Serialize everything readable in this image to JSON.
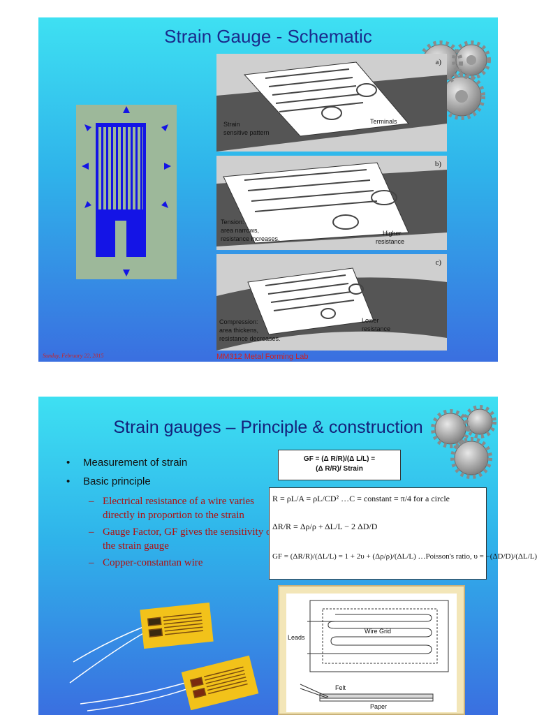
{
  "slide1": {
    "title": "Strain Gauge - Schematic",
    "footer_date": "Sunday, February 22, 2015",
    "footer_lab": "MM312 Metal Forming Lab",
    "panel_a": {
      "tag": "a)",
      "label1": "Strain",
      "label2": "sensitive pattern",
      "label3": "Terminals"
    },
    "panel_b": {
      "tag": "b)",
      "label1": "Tension:",
      "label2": "area narrows,",
      "label3": "resistance increases.",
      "label4": "Higher",
      "label5": "resistance"
    },
    "panel_c": {
      "tag": "c)",
      "label1": "Compression:",
      "label2": "area thickens,",
      "label3": "resistance decreases.",
      "label4": "Lower",
      "label5": "resistance"
    },
    "colors": {
      "slide_top": "#3ee0f2",
      "slide_bottom": "#3a6fe0",
      "title": "#1a2a8c",
      "gauge_bg": "#9db89a",
      "gauge_blue": "#1414e6"
    }
  },
  "slide2": {
    "title": "Strain gauges – Principle & construction",
    "bullets": [
      "Measurement of strain",
      "Basic principle"
    ],
    "sub_bullets": [
      "Electrical resistance of a wire varies directly in proportion to the strain",
      "Gauge Factor, GF gives the sensitivity of the strain gauge",
      "Copper-constantan wire"
    ],
    "gf_line1": "GF = (Δ R/R)/(Δ L/L) =",
    "gf_line2": "(Δ R/R)/ Strain",
    "eq1": "R = ρL/A = ρL/CD²   …C = constant = π/4 for a circle",
    "eq2": "ΔR/R = Δρ/ρ + ΔL/L − 2 ΔD/D",
    "eq3": "GF = (ΔR/R)/(ΔL/L) = 1 + 2υ + (Δρ/ρ)/(ΔL/L) …Poisson's ratio, υ = −(ΔD/D)/(ΔL/L)",
    "diagram": {
      "leads": "Leads",
      "wire_grid": "Wire Grid",
      "felt": "Felt",
      "paper": "Paper"
    },
    "colors": {
      "title": "#14207a",
      "sub_bullet": "#b01010",
      "foil_yellow": "#f2c21a"
    }
  }
}
